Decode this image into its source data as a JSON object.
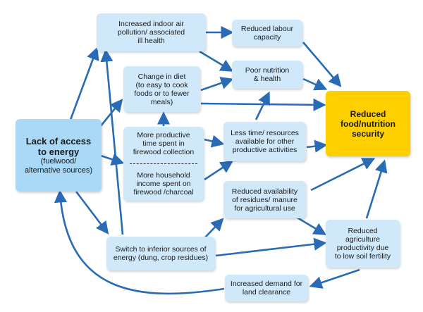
{
  "nodes": {
    "lack_access": {
      "title": [
        "Lack of access",
        "to energy"
      ],
      "sub": [
        "(fuelwood/",
        "alternative sources)"
      ]
    },
    "indoor_air": [
      "Increased indoor air",
      "pollution/ associated",
      "ill health"
    ],
    "labour": [
      "Reduced labour",
      "capacity"
    ],
    "diet": [
      "Change in diet",
      "(to easy to cook",
      "foods or to fewer",
      "meals)"
    ],
    "nutrition": [
      "Poor nutrition",
      "& health"
    ],
    "food_security": [
      "Reduced",
      "food/nutrition",
      "security"
    ],
    "productive_time": [
      "More productive",
      "time spent in",
      "firewood collection"
    ],
    "household_income": [
      "More household",
      "income spent on",
      "firewood /charcoal"
    ],
    "less_time": [
      "Less time/ resources",
      "available for other",
      "productive activities"
    ],
    "residues": [
      "Reduced availability",
      "of residues/ manure",
      "for agricultural use"
    ],
    "switch": [
      "Switch to inferior sources of",
      "energy (dung, crop residues)"
    ],
    "agri_productivity": [
      "Reduced",
      "agriculture",
      "productivity due",
      "to low soil fertility"
    ],
    "land_clearance": [
      "Increased demand for",
      "land clearance"
    ]
  },
  "colors": {
    "box": "#cfe9fb",
    "box_main": "#a9d9f7",
    "target": "#ffd000",
    "arrow": "#2a6bb5"
  }
}
